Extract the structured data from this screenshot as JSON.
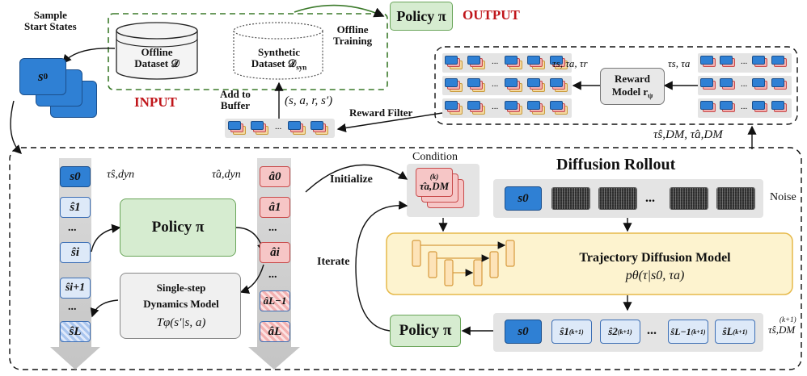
{
  "colors": {
    "input_red": "#c0161b",
    "output_red": "#c0161b",
    "policy_green": "#d6ecd0",
    "diffusion_yellow": "#fdf3cf",
    "state_blue": "#2f80d4"
  },
  "input": {
    "sample_start_states": "Sample\nStart States",
    "offline_dataset": "Offline\nDataset 𝒟",
    "synthetic_dataset": "Synthetic\nDataset 𝒟",
    "synthetic_sub": "syn",
    "input_label": "INPUT",
    "s0": "s",
    "s0_sub": "0"
  },
  "output": {
    "policy": "Policy π",
    "output_label": "OUTPUT",
    "offline_training": "Offline\nTraining"
  },
  "buffer": {
    "add_to_buffer": "Add to\nBuffer",
    "tuple": "(s, a, r, s′)",
    "reward_filter": "Reward Filter",
    "ellipsis": "..."
  },
  "reward": {
    "model": "Reward\nModel r",
    "model_sub": "ψ",
    "taus_taua_taur": "τs, τa, τr",
    "taus_taua": "τs, τa",
    "tau_dm": "τ̂s,DM, τ̂a,DM"
  },
  "dyn": {
    "tau_s_dyn": "τ̂s,dyn",
    "tau_a_dyn": "τ̂a,dyn",
    "policy": "Policy π",
    "dynamics_title": "Single-step\nDynamics Model",
    "dynamics_formula": "Tφ(s′|s, a)",
    "states": [
      "s0",
      "ŝ1",
      "...",
      "ŝi",
      "ŝi+1",
      "...",
      "ŝL"
    ],
    "actions": [
      "â0",
      "â1",
      "...",
      "âi",
      "...",
      "âL−1",
      "âL"
    ]
  },
  "diffusion": {
    "initialize": "Initialize",
    "iterate": "Iterate",
    "condition": "Condition",
    "cond_chip": "τ̂a,DM",
    "cond_sup": "(k)",
    "title": "Diffusion Rollout",
    "noise": "Noise",
    "s0": "s0",
    "ellipsis": "...",
    "model_title": "Trajectory Diffusion Model",
    "model_formula": "pθ(τ|s0, τa)",
    "policy": "Policy π",
    "out_chips": [
      "s0",
      "ŝ1",
      "ŝ2",
      "...",
      "ŝL−1",
      "ŝL"
    ],
    "out_sup": "(k+1)",
    "out_label": "τ̂s,DM",
    "out_label_sup": "(k+1)"
  }
}
